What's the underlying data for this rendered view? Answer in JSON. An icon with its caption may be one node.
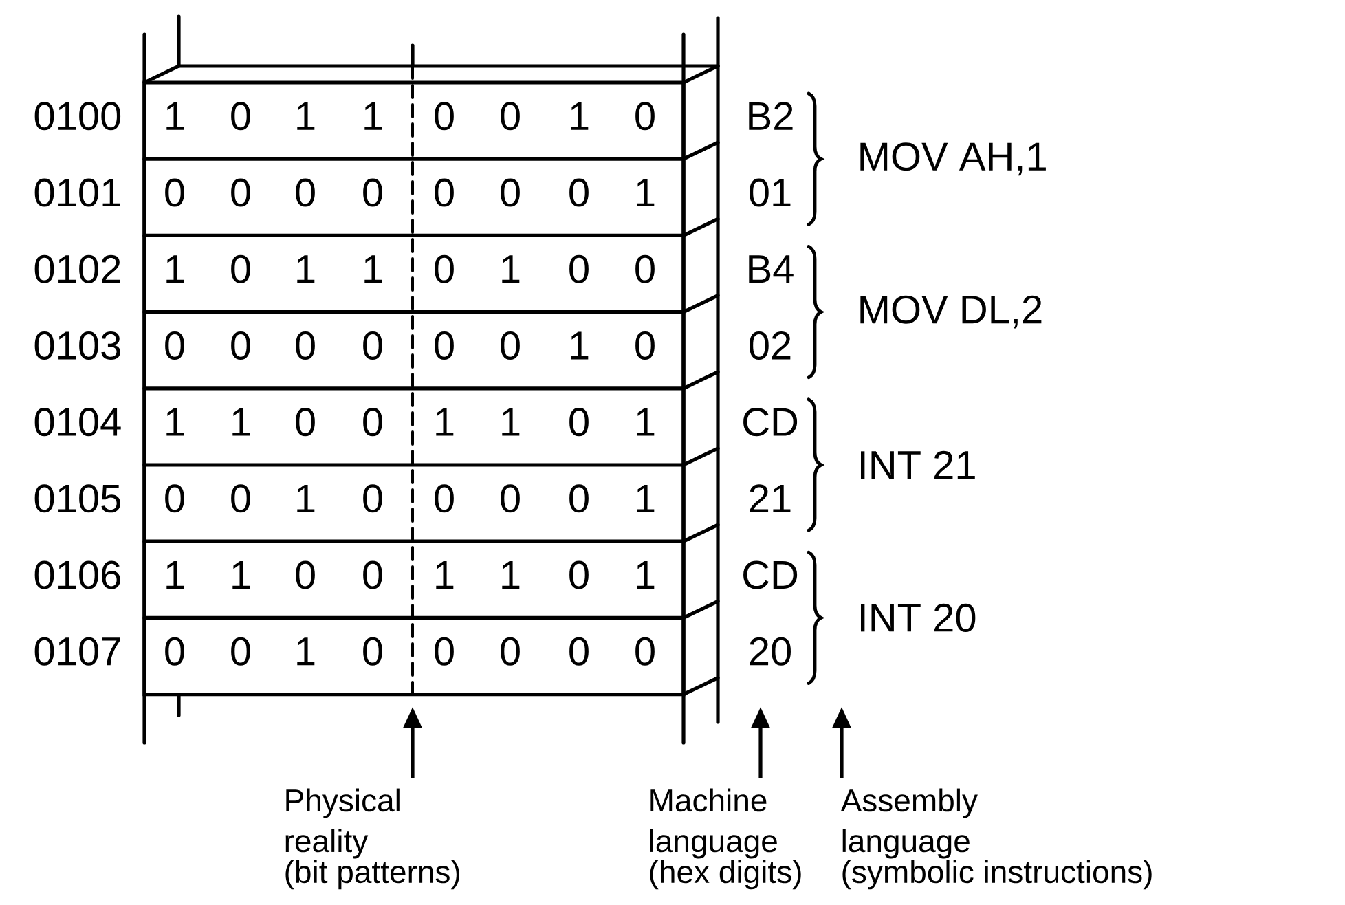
{
  "diagram": {
    "nodes": [
      {
        "text": [
          "Physical reality",
          "(bit patterns)"
        ]
      },
      {
        "text": [
          "Machine language",
          "(hex digits)"
        ]
      },
      {
        "text": [
          "Assembly language",
          "(symbolic instructions)"
        ]
      }
    ],
    "edges": [
      {
        "from": 0,
        "to": null,
        "arrow": "to"
      },
      {
        "from": 1,
        "to": null,
        "arrow": "to"
      },
      {
        "from": 2,
        "to": null,
        "arrow": "to"
      }
    ],
    "labels": [
      "0100",
      "1",
      "0",
      "1",
      "1",
      "0",
      "0",
      "1",
      "0",
      "B2",
      "0101",
      "0",
      "0",
      "0",
      "0",
      "0",
      "0",
      "0",
      "1",
      "01",
      "MOV AH,1",
      "0102",
      "1",
      "0",
      "1",
      "1",
      "0",
      "1",
      "0",
      "0",
      "B4",
      "0103",
      "0",
      "0",
      "0",
      "0",
      "0",
      "0",
      "1",
      "0",
      "02",
      "MOV DL,2",
      "0104",
      "1",
      "1",
      "0",
      "0",
      "1",
      "1",
      "0",
      "1",
      "CD",
      "0105",
      "0",
      "0",
      "1",
      "0",
      "0",
      "0",
      "0",
      "1",
      "21",
      "INT 21",
      "0106",
      "1",
      "1",
      "0",
      "0",
      "1",
      "1",
      "0",
      "1",
      "CD",
      "0107",
      "0",
      "0",
      "1",
      "0",
      "0",
      "0",
      "0",
      "0",
      "20",
      "INT 20"
    ]
  }
}
